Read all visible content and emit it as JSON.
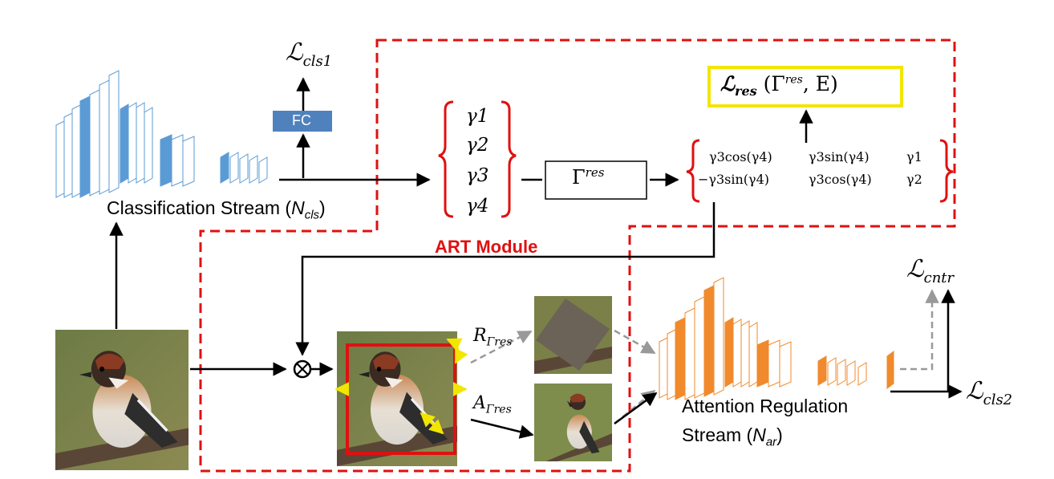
{
  "losses": {
    "cls1": {
      "main": "ℒ",
      "sub": "cls1"
    },
    "res": {
      "main": "ℒ",
      "sub": "res",
      "args": "(Γ",
      "args_sup": "res",
      "args_tail": ", E)"
    },
    "cntr": {
      "main": "ℒ",
      "sub": "cntr"
    },
    "cls2": {
      "main": "ℒ",
      "sub": "cls2"
    }
  },
  "fc_label": "FC",
  "classification_stream": {
    "text": "Classification Stream (",
    "sym": "N",
    "sub": "cls",
    "close": ")"
  },
  "attention_stream": {
    "line1": "Attention Regulation",
    "line2_text": "Stream (",
    "sym": "N",
    "sub": "ar",
    "close": ")"
  },
  "art_module_label": "ART Module",
  "gamma_vector": [
    "γ1",
    "γ2",
    "γ3",
    "γ4"
  ],
  "gamma_res": {
    "base": "Γ",
    "sup": "res"
  },
  "matrix": {
    "row1": [
      "γ3cos(γ4)",
      "γ3sin(γ4)",
      "γ1"
    ],
    "row2": [
      "−γ3sin(γ4)",
      "γ3cos(γ4)",
      "γ2"
    ]
  },
  "operator_R": {
    "base": "R",
    "sub": "Γres"
  },
  "operator_A": {
    "base": "A",
    "sub": "Γres"
  },
  "otimes": "⊗",
  "colors": {
    "red_dashed": "#e01010",
    "blue_fill": "#5b9bd5",
    "blue_edge": "#5b9bd5",
    "orange": "#f08a2c",
    "yellow_box": "#f2e600",
    "fc_box": "#4f81bd",
    "gray_arrow": "#999999",
    "red_box": "#e01010",
    "yellow_arrow": "#f2e600"
  }
}
